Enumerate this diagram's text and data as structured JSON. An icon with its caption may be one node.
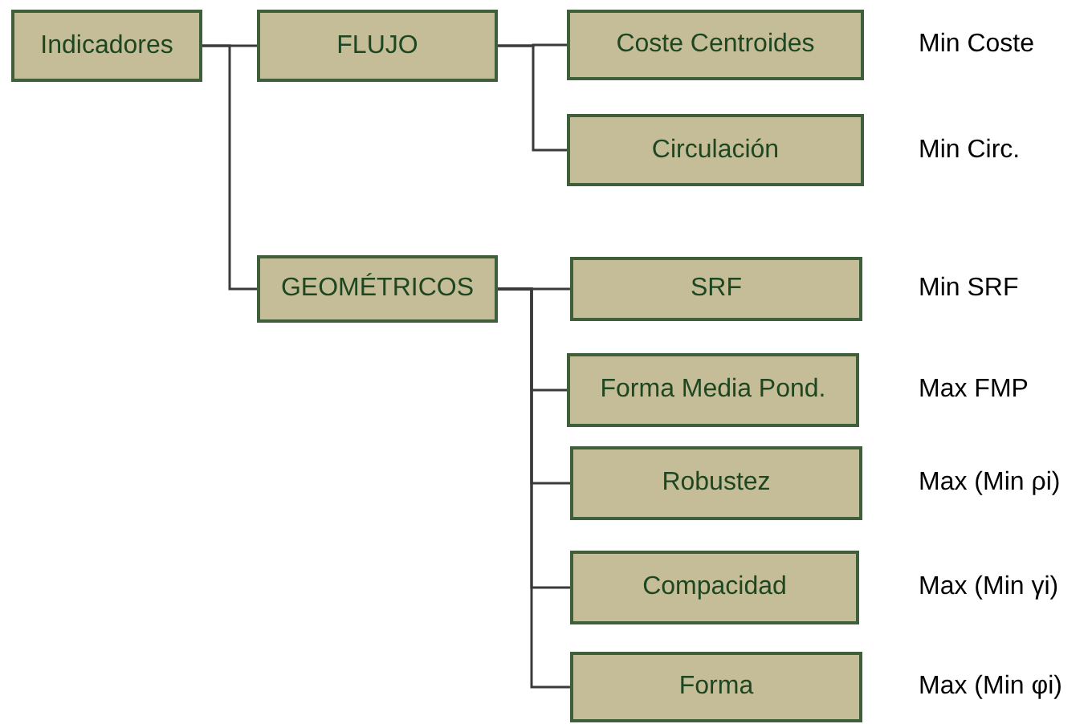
{
  "diagram": {
    "nodes": [
      {
        "text": [
          "Indicadores"
        ]
      },
      {
        "text": [
          "FLUJO"
        ]
      },
      {
        "text": [
          "Coste Centroides"
        ],
        "beside": [
          "Min Coste"
        ]
      },
      {
        "text": [
          "Circulación"
        ],
        "beside": [
          "Min Circ."
        ]
      },
      {
        "text": [
          "GEOMÉTRICOS"
        ]
      },
      {
        "text": [
          "SRF"
        ],
        "beside": [
          "Min SRF"
        ]
      },
      {
        "text": [
          "Forma Media Pond."
        ],
        "beside": [
          "Max FMP"
        ]
      },
      {
        "text": [
          "Robustez"
        ],
        "beside": [
          "Max (Min ρi)"
        ]
      },
      {
        "text": [
          "Compacidad"
        ],
        "beside": [
          "Max (Min γi)"
        ]
      },
      {
        "text": [
          "Forma"
        ],
        "beside": [
          "Max (Min φi)"
        ]
      }
    ],
    "edges": [
      {
        "from": 0,
        "to": 1,
        "arrow": "none"
      },
      {
        "from": 0,
        "to": 4,
        "arrow": "none"
      },
      {
        "from": 1,
        "to": 2,
        "arrow": "none"
      },
      {
        "from": 1,
        "to": 3,
        "arrow": "none"
      },
      {
        "from": 4,
        "to": 5,
        "arrow": "none"
      },
      {
        "from": 4,
        "to": 6,
        "arrow": "none"
      },
      {
        "from": 4,
        "to": 7,
        "arrow": "none"
      },
      {
        "from": 4,
        "to": 8,
        "arrow": "none"
      },
      {
        "from": 4,
        "to": 9,
        "arrow": "none"
      }
    ]
  }
}
